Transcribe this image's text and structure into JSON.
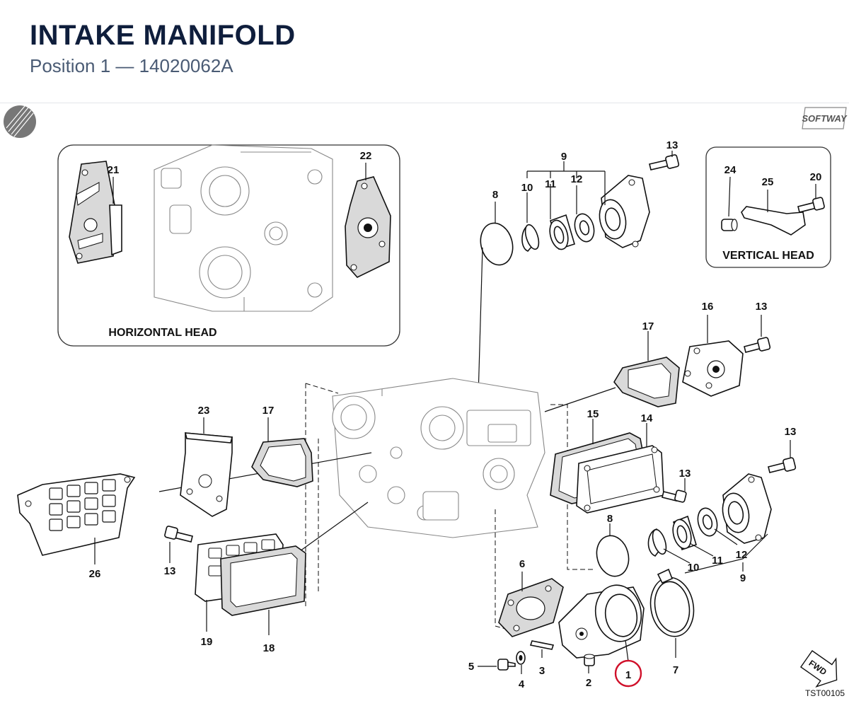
{
  "header": {
    "title": "INTAKE MANIFOLD",
    "subtitle": "Position 1 — 14020062A"
  },
  "diagram": {
    "brand_logo_text": "SOFTWAY",
    "insets": {
      "horizontal_head": "HORIZONTAL HEAD",
      "vertical_head": "VERTICAL HEAD"
    },
    "callouts": {
      "c1": "1",
      "c2": "2",
      "c3": "3",
      "c4": "4",
      "c5": "5",
      "c6": "6",
      "c7": "7",
      "c8a": "8",
      "c8b": "8",
      "c9a": "9",
      "c9b": "9",
      "c10a": "10",
      "c10b": "10",
      "c11a": "11",
      "c11b": "11",
      "c12a": "12",
      "c12b": "12",
      "c13a": "13",
      "c13b": "13",
      "c13c": "13",
      "c13d": "13",
      "c13e": "13",
      "c14": "14",
      "c15": "15",
      "c16": "16",
      "c17a": "17",
      "c17b": "17",
      "c18": "18",
      "c19": "19",
      "c20": "20",
      "c21": "21",
      "c22": "22",
      "c23": "23",
      "c24": "24",
      "c25": "25",
      "c26": "26"
    },
    "highlight_color": "#d0102a",
    "direction_label": "FWD",
    "drawing_ref": "TST00105"
  }
}
